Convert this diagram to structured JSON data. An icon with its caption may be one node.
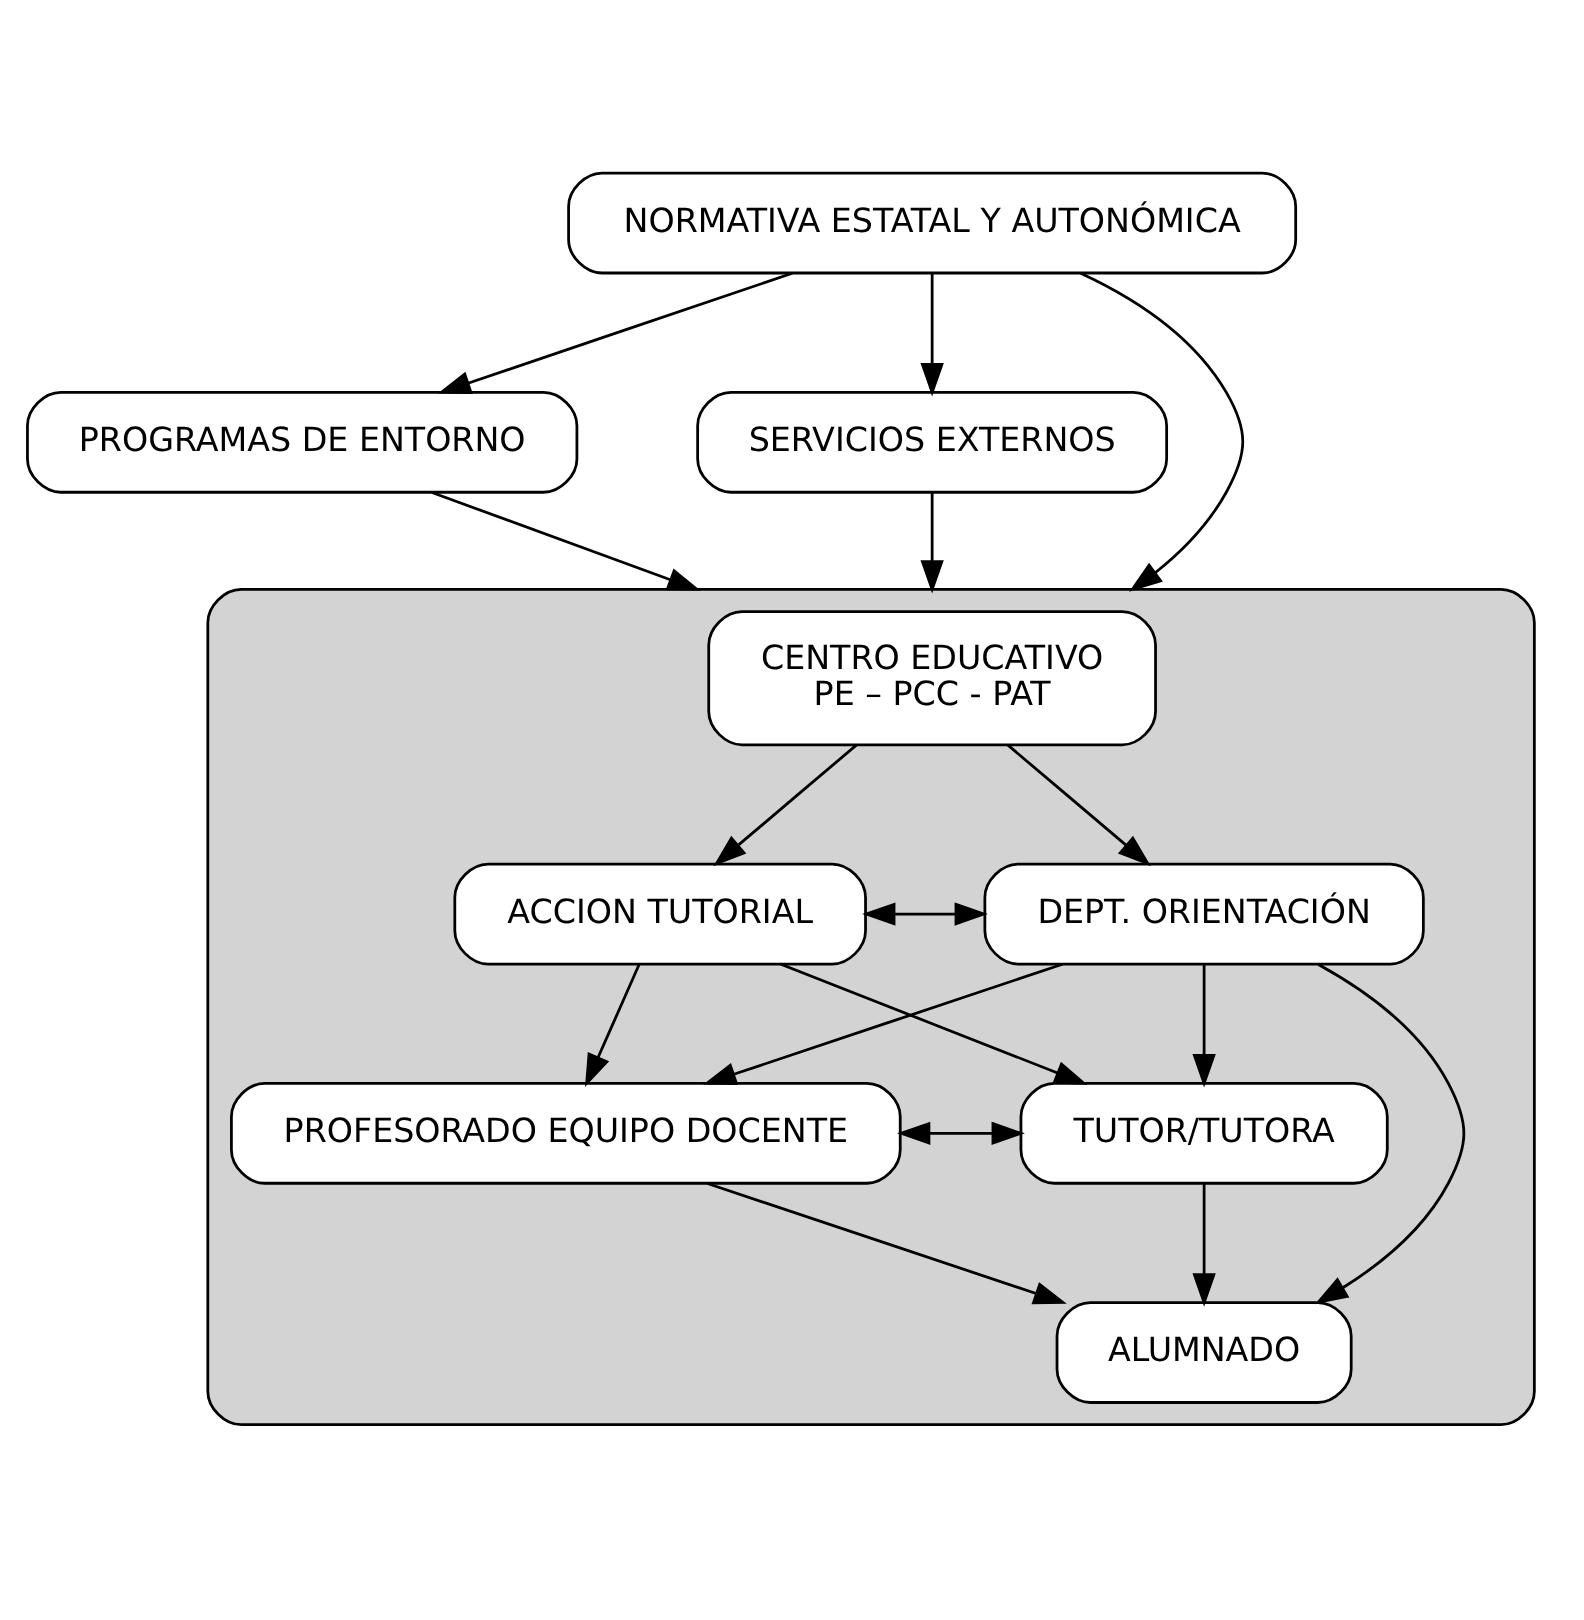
{
  "diagram": {
    "nodes": [
      {
        "text": [
          "NORMATIVA ESTATAL Y AUTONÓMICA"
        ]
      },
      {
        "text": [
          "PROGRAMAS DE ENTORNO"
        ]
      },
      {
        "text": [
          "SERVICIOS EXTERNOS"
        ]
      },
      {
        "text": [],
        "shape": "ellipse"
      },
      {
        "text": [
          "CENTRO EDUCATIVO",
          "PE – PCC - PAT"
        ],
        "in": 3
      },
      {
        "text": [
          "ACCION TUTORIAL"
        ],
        "in": 3
      },
      {
        "text": [
          "DEPT. ORIENTACIÓN"
        ],
        "in": 3
      },
      {
        "text": [
          "PROFESORADO EQUIPO DOCENTE"
        ],
        "in": 3
      },
      {
        "text": [
          "TUTOR/TUTORA"
        ],
        "in": 3
      },
      {
        "text": [
          "ALUMNADO"
        ],
        "in": 3
      }
    ],
    "edges": [
      {
        "from": 0,
        "to": 1,
        "arrow": "to"
      },
      {
        "from": 0,
        "to": 2,
        "arrow": "to"
      },
      {
        "from": 1,
        "to": 3,
        "arrow": "to"
      },
      {
        "from": 0,
        "to": 3,
        "arrow": "to"
      },
      {
        "from": 2,
        "to": 3,
        "arrow": "to"
      },
      {
        "from": 4,
        "to": 5,
        "arrow": "to"
      },
      {
        "from": 4,
        "to": 6,
        "arrow": "to"
      },
      {
        "from": 5,
        "to": 6,
        "arrow": "both"
      },
      {
        "from": 5,
        "to": 7,
        "arrow": "to"
      },
      {
        "from": 5,
        "to": 8,
        "arrow": "to"
      },
      {
        "from": 6,
        "to": 7,
        "arrow": "to"
      },
      {
        "from": 6,
        "to": 8,
        "arrow": "to"
      },
      {
        "from": 6,
        "to": 9,
        "arrow": "to"
      },
      {
        "from": 7,
        "to": 8,
        "arrow": "both"
      },
      {
        "from": 7,
        "to": 9,
        "arrow": "to"
      },
      {
        "from": 8,
        "to": 9,
        "arrow": "to"
      }
    ]
  }
}
